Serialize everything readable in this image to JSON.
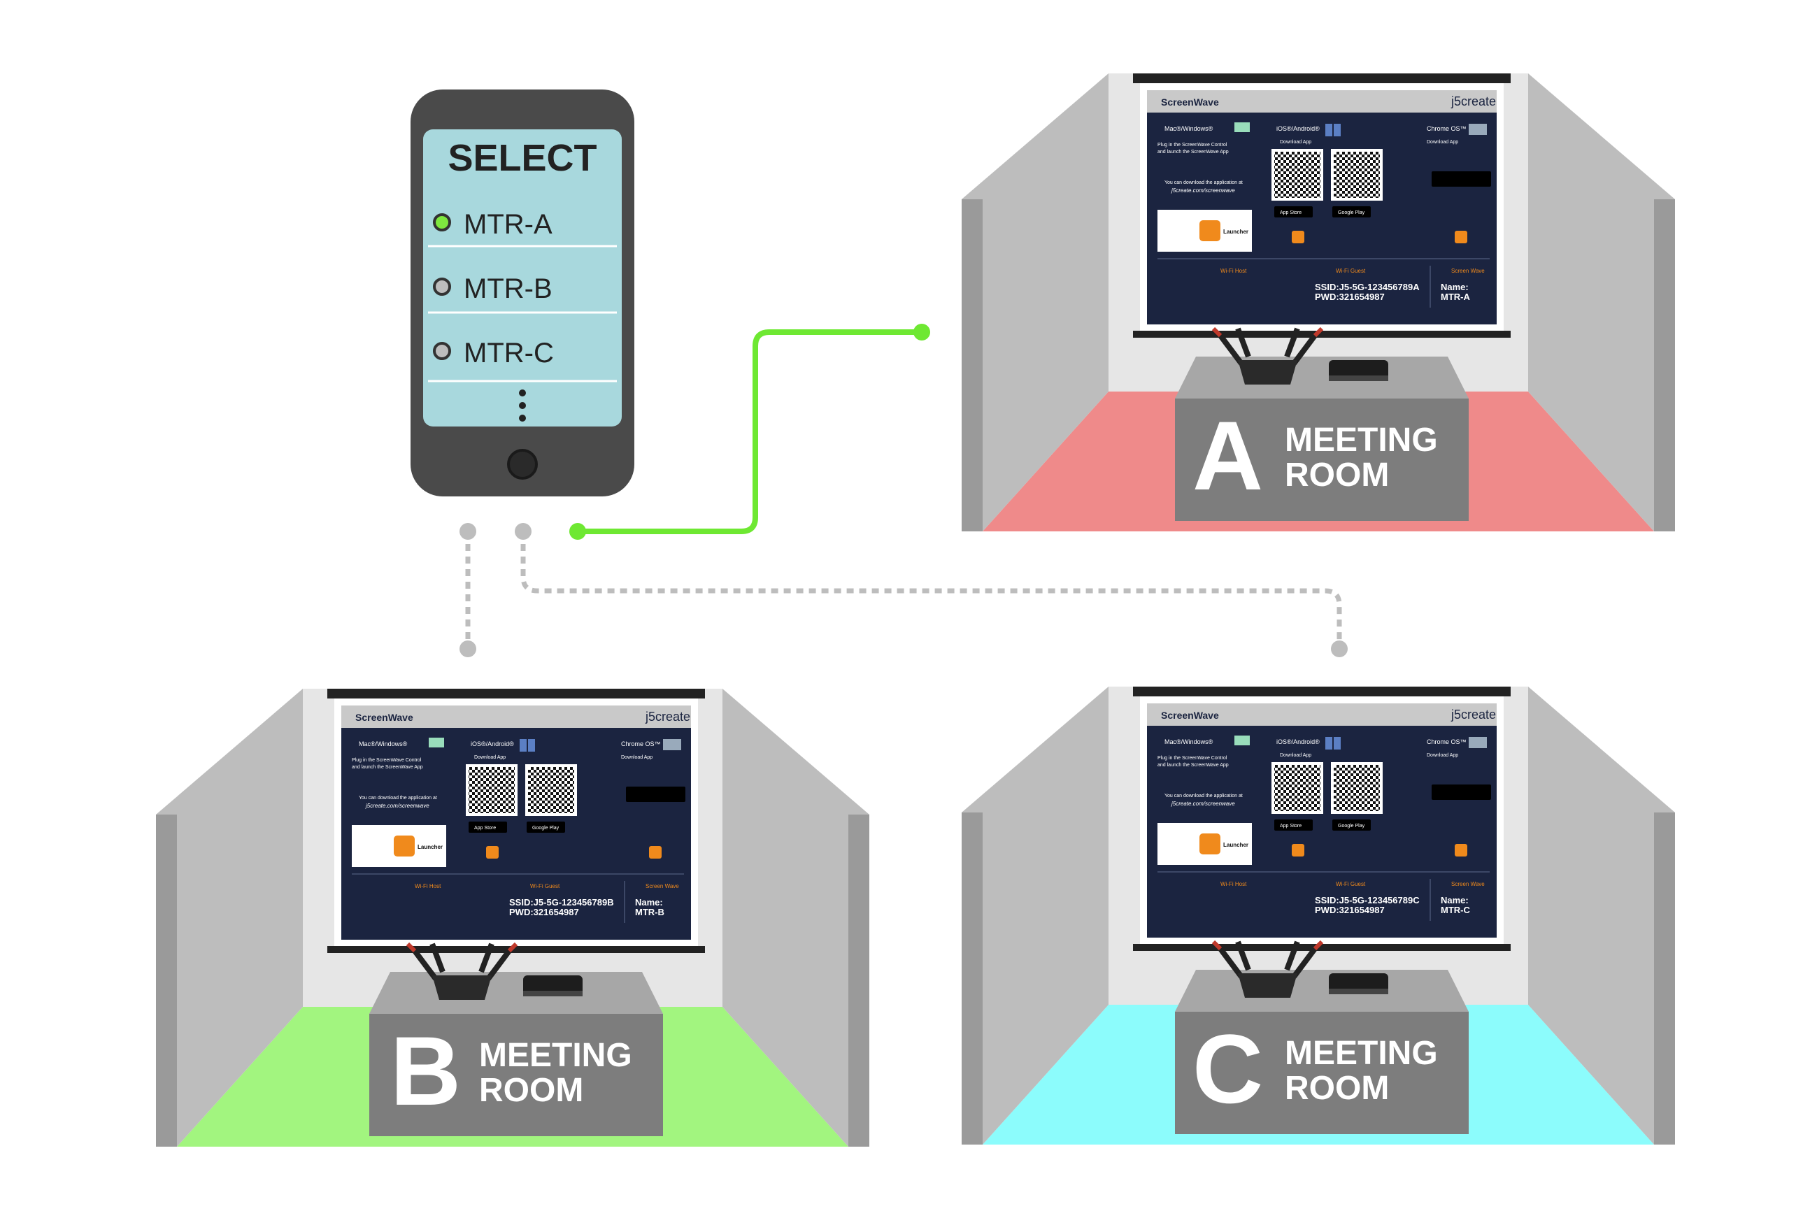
{
  "phone": {
    "title": "SELECT",
    "options": [
      {
        "label": "MTR-A",
        "selected": true
      },
      {
        "label": "MTR-B",
        "selected": false
      },
      {
        "label": "MTR-C",
        "selected": false
      }
    ],
    "more_icon": "vertical-ellipsis-icon",
    "colors": {
      "screen": "#a8d8dd",
      "body": "#4a4a4a",
      "selected_dot": "#7ee83f"
    }
  },
  "connections": {
    "active_color": "#6ee832",
    "inactive_color": "#bdbdbd"
  },
  "rooms": [
    {
      "id": "A",
      "letter": "A",
      "label_line1": "MEETING",
      "label_line2": "ROOM",
      "floor_color": "#ef8a8a",
      "screen": {
        "brand": "ScreenWave",
        "logo": "j5create",
        "col1_title": "Mac®/Windows®",
        "col1_text1": "Plug in the ScreenWave Control",
        "col1_text2": "and launch the ScreenWave App",
        "col2_title": "iOS®/Android®",
        "col2_text": "Download App",
        "col3_title": "Chrome OS™",
        "col3_text": "Download App",
        "download_text": "You can download the application at",
        "download_url": "j5create.com/screenwave",
        "launcher": "Launcher",
        "app_store": "App Store",
        "google_play": "Google Play",
        "wifi_host": "Wi-Fi Host",
        "wifi_guest": "Wi-Fi Guest",
        "screen_wave": "Screen Wave",
        "ssid": "SSID:J5-5G-123456789A",
        "pwd": "PWD:321654987",
        "name_label": "Name:",
        "name_value": "MTR-A"
      }
    },
    {
      "id": "B",
      "letter": "B",
      "label_line1": "MEETING",
      "label_line2": "ROOM",
      "floor_color": "#a2f57f",
      "screen": {
        "brand": "ScreenWave",
        "logo": "j5create",
        "col1_title": "Mac®/Windows®",
        "col1_text1": "Plug in the ScreenWave Control",
        "col1_text2": "and launch the ScreenWave App",
        "col2_title": "iOS®/Android®",
        "col2_text": "Download App",
        "col3_title": "Chrome OS™",
        "col3_text": "Download App",
        "download_text": "You can download the application at",
        "download_url": "j5create.com/screenwave",
        "launcher": "Launcher",
        "app_store": "App Store",
        "google_play": "Google Play",
        "wifi_host": "Wi-Fi Host",
        "wifi_guest": "Wi-Fi Guest",
        "screen_wave": "Screen Wave",
        "ssid": "SSID:J5-5G-123456789B",
        "pwd": "PWD:321654987",
        "name_label": "Name:",
        "name_value": "MTR-B"
      }
    },
    {
      "id": "C",
      "letter": "C",
      "label_line1": "MEETING",
      "label_line2": "ROOM",
      "floor_color": "#8cfcfc",
      "screen": {
        "brand": "ScreenWave",
        "logo": "j5create",
        "col1_title": "Mac®/Windows®",
        "col1_text1": "Plug in the ScreenWave Control",
        "col1_text2": "and launch the ScreenWave App",
        "col2_title": "iOS®/Android®",
        "col2_text": "Download App",
        "col3_title": "Chrome OS™",
        "col3_text": "Download App",
        "download_text": "You can download the application at",
        "download_url": "j5create.com/screenwave",
        "launcher": "Launcher",
        "app_store": "App Store",
        "google_play": "Google Play",
        "wifi_host": "Wi-Fi Host",
        "wifi_guest": "Wi-Fi Guest",
        "screen_wave": "Screen Wave",
        "ssid": "SSID:J5-5G-123456789C",
        "pwd": "PWD:321654987",
        "name_label": "Name:",
        "name_value": "MTR-C"
      }
    }
  ]
}
